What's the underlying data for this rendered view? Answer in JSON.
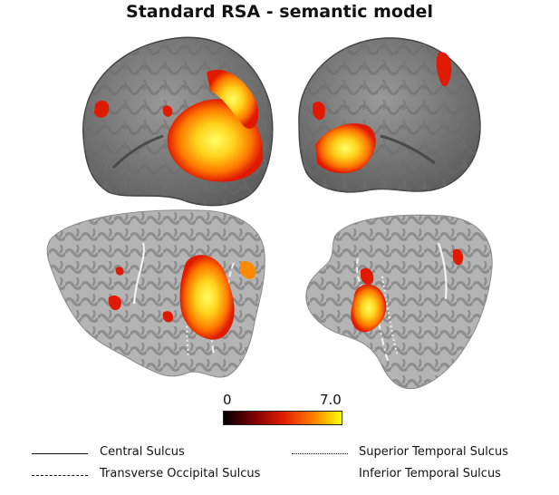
{
  "figure": {
    "title": "Standard RSA - semantic model",
    "colorbar": {
      "min_label": "0",
      "max_label": "7.0",
      "min_value": 0,
      "max_value": 7.0,
      "colors": [
        "#000000",
        "#7a0000",
        "#e01a00",
        "#ff7a00",
        "#ffff00"
      ]
    },
    "legend": [
      {
        "label": "Central Sulcus",
        "style": "solid"
      },
      {
        "label": "Superior Temporal Sulcus",
        "style": "dotted"
      },
      {
        "label": "Transverse Occipital Sulcus",
        "style": "dashed"
      },
      {
        "label": "Inferior Temporal Sulcus",
        "style": "dash-dot"
      }
    ],
    "colors": {
      "cortex_dark": "#5a5a5a",
      "cortex_light": "#8a8a8a",
      "flat_light": "#b4b4b4",
      "flat_dark": "#8c8c8c",
      "activation_hot": "#ffe23a",
      "activation_mid": "#ff8a00",
      "activation_low": "#e01a00"
    }
  }
}
